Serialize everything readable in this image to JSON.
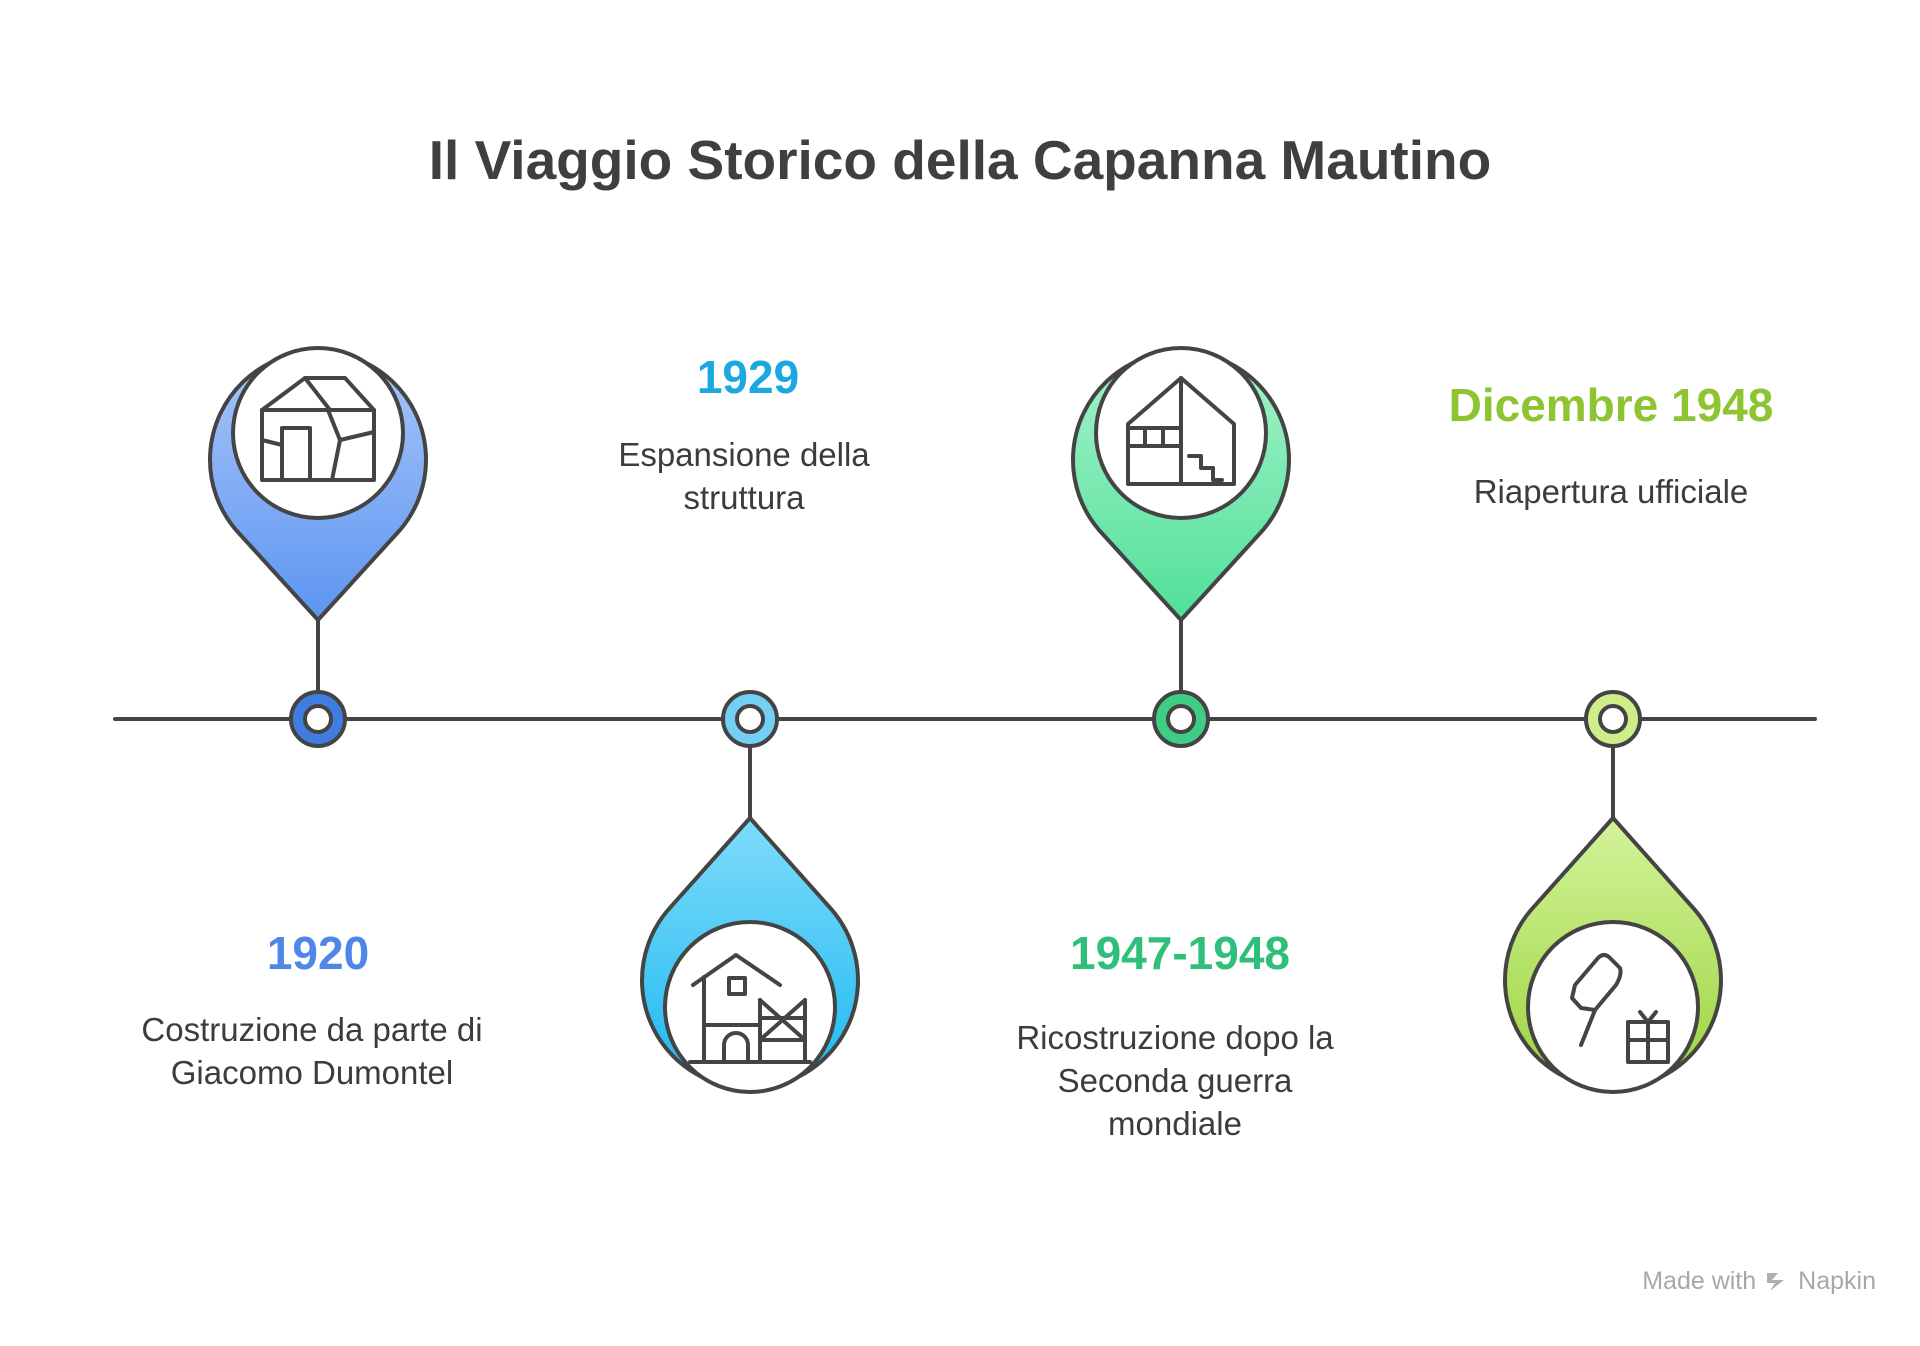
{
  "title": "Il Viaggio Storico della Capanna Mautino",
  "events": [
    {
      "year": "1920",
      "description": "Costruzione da parte di\nGiacomo Dumontel",
      "color": "#4f86e8",
      "icon": "cracked-house-icon"
    },
    {
      "year": "1929",
      "description": "Espansione della\nstruttura",
      "color": "#1ba8de",
      "icon": "house-scaffolding-icon"
    },
    {
      "year": "1947-1948",
      "description": "Ricostruzione dopo la\nSeconda guerra\nmondiale",
      "color": "#2fbf7a",
      "icon": "house-rebuild-icon"
    },
    {
      "year": "Dicembre 1948",
      "description": "Riapertura ufficiale",
      "color": "#8ec331",
      "icon": "ribbon-gift-icon"
    }
  ],
  "watermark": {
    "prefix": "Made with",
    "brand": "Napkin",
    "icon": "napkin-logo-icon"
  }
}
